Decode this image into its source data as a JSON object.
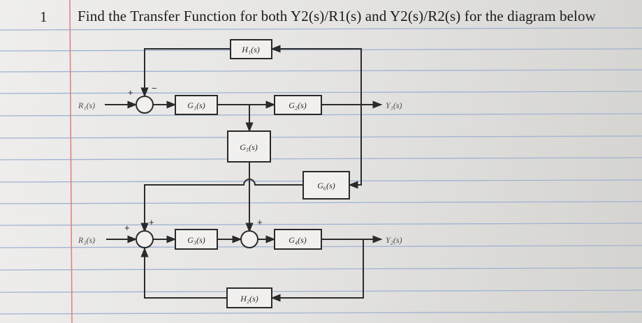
{
  "problem": {
    "number": "1",
    "text": "Find the Transfer Function for both Y2(s)/R1(s) and Y2(s)/R2(s) for the diagram below"
  },
  "blocks": {
    "H1": "H₁(s)",
    "G1": "G₁(s)",
    "G2": "G₂(s)",
    "G5": "G₅(s)",
    "G6": "G₆(s)",
    "G3": "G₃(s)",
    "G4": "G₄(s)",
    "H2": "H₂(s)"
  },
  "signals": {
    "R1": "R₁(s)",
    "Y1": "Y₁(s)",
    "R2": "R₂(s)",
    "Y2": "Y₂(s)"
  },
  "signs": {
    "sj1_in": "+",
    "sj1_fb": "−",
    "sj2_in": "+",
    "sj2_top": "+",
    "sj3_top": "+"
  }
}
